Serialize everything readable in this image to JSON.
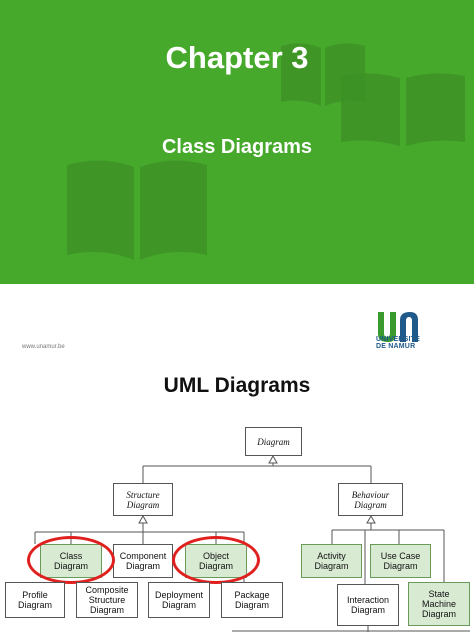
{
  "slide1": {
    "title": "Chapter 3",
    "subtitle": "Class Diagrams",
    "url": "www.unamur.be",
    "logo": {
      "line1": "UNIVERSITÉ",
      "line2": "DE NAMUR"
    },
    "colors": {
      "green": "#46a92c",
      "book": "#3d9127"
    }
  },
  "slide2": {
    "title": "UML Diagrams",
    "diagram": {
      "root": "Diagram",
      "structure": "Structure\nDiagram",
      "behaviour": "Behaviour\nDiagram",
      "class": "Class\nDiagram",
      "component": "Component\nDiagram",
      "object": "Object\nDiagram",
      "profile": "Profile\nDiagram",
      "composite": "Composite\nStructure\nDiagram",
      "deployment": "Deployment\nDiagram",
      "package": "Package\nDiagram",
      "activity": "Activity\nDiagram",
      "usecase": "Use Case\nDiagram",
      "interaction": "Interaction\nDiagram",
      "statemachine": "State\nMachine\nDiagram",
      "highlight_color": "#e0201e"
    }
  }
}
